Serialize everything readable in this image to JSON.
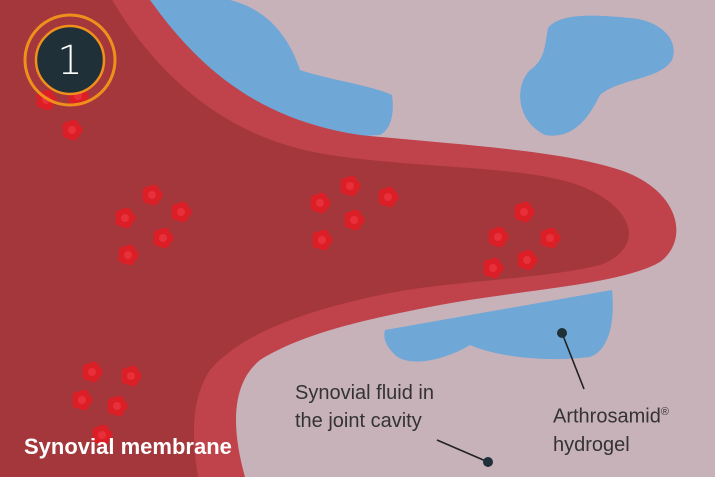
{
  "step_badge": {
    "number": "1"
  },
  "labels": {
    "membrane": "Synovial membrane",
    "fluid_line1": "Synovial fluid in",
    "fluid_line2": "the joint cavity",
    "hydrogel_line1": "Arthrosamid",
    "hydrogel_reg": "®",
    "hydrogel_line2": "hydrogel"
  },
  "colors": {
    "background": "#c8b2ba",
    "membrane_outer": "#c0424b",
    "membrane_inner": "#a3373b",
    "hydrogel": "#6fa7d6",
    "cells": "#dc1f27",
    "badge_fill": "#1f3038",
    "badge_ring": "#f0901c"
  }
}
